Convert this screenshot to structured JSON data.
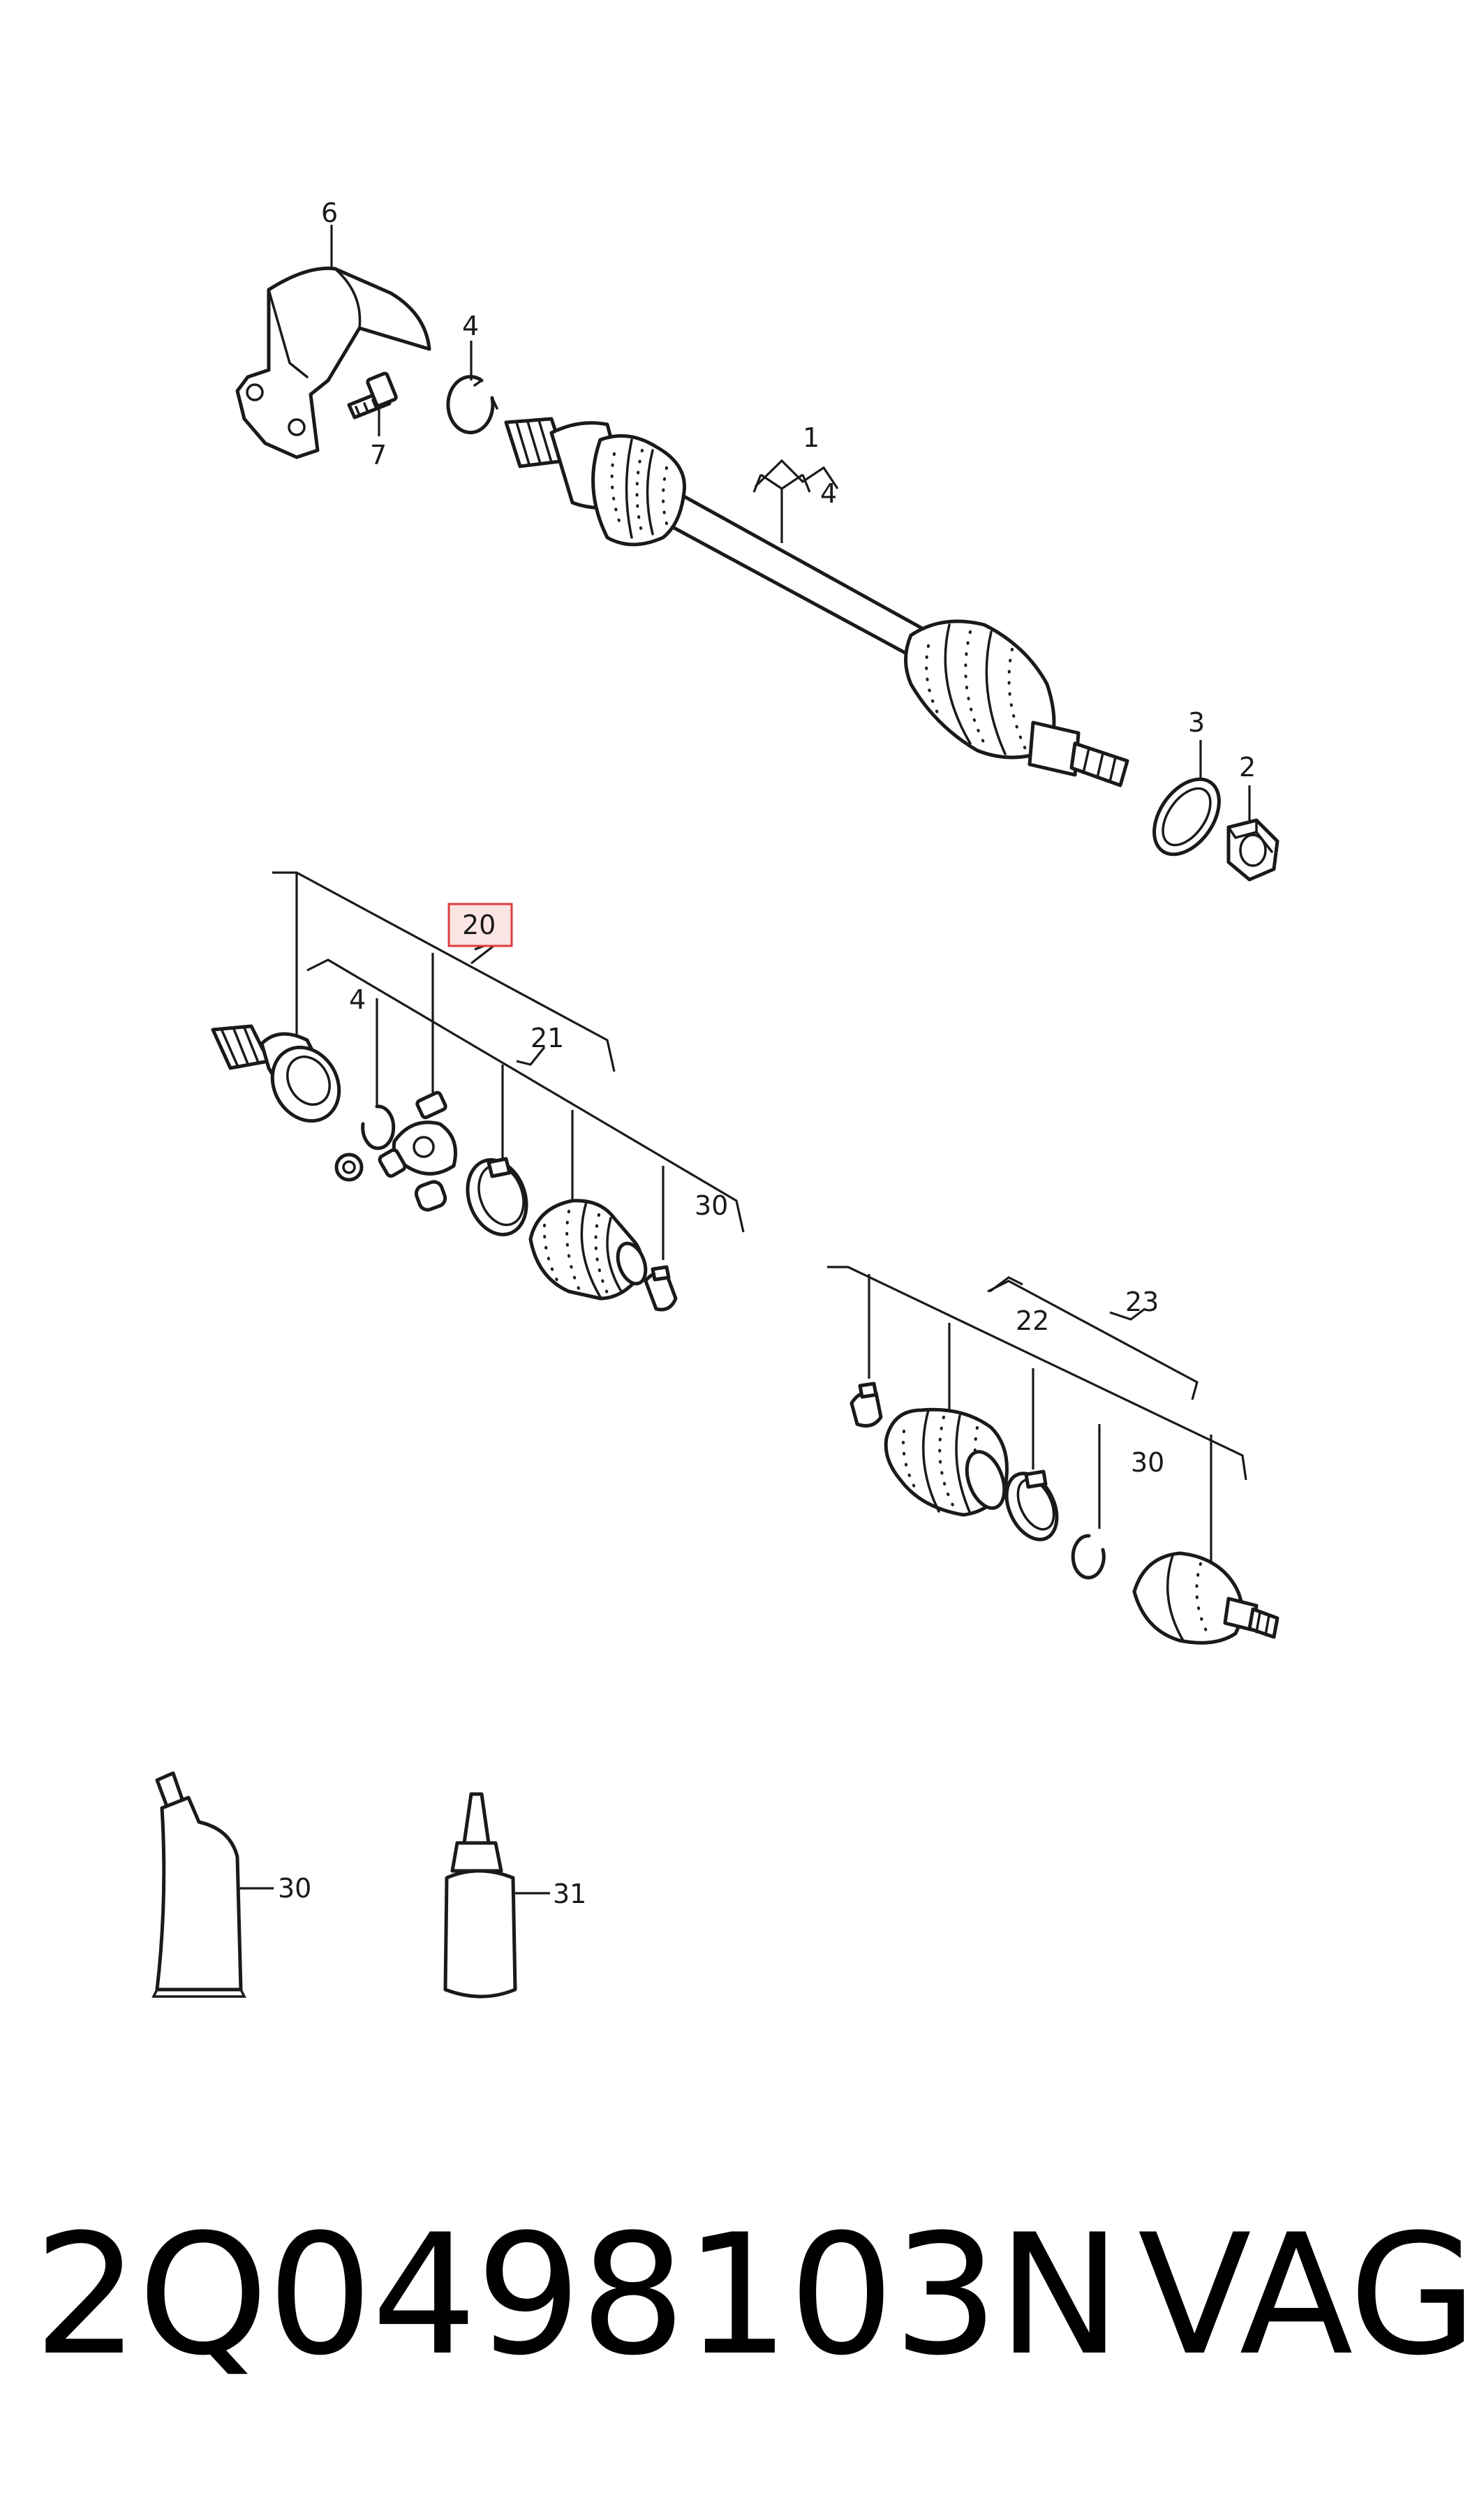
{
  "diagram": {
    "callouts": {
      "c1": "1",
      "c2": "2",
      "c3": "3",
      "c4a": "4",
      "c4b": "4",
      "c4c": "4",
      "c6": "6",
      "c7": "7",
      "c20": "20",
      "c21": "21",
      "c22": "22",
      "c23": "23",
      "c30a": "30",
      "c30b": "30",
      "c30c": "30",
      "c31": "31"
    },
    "highlight_color": "#e03c3c",
    "highlight_fill": "#fbe4e4"
  },
  "footer": {
    "part_number": "2Q0498103N",
    "brand": "VAG"
  }
}
